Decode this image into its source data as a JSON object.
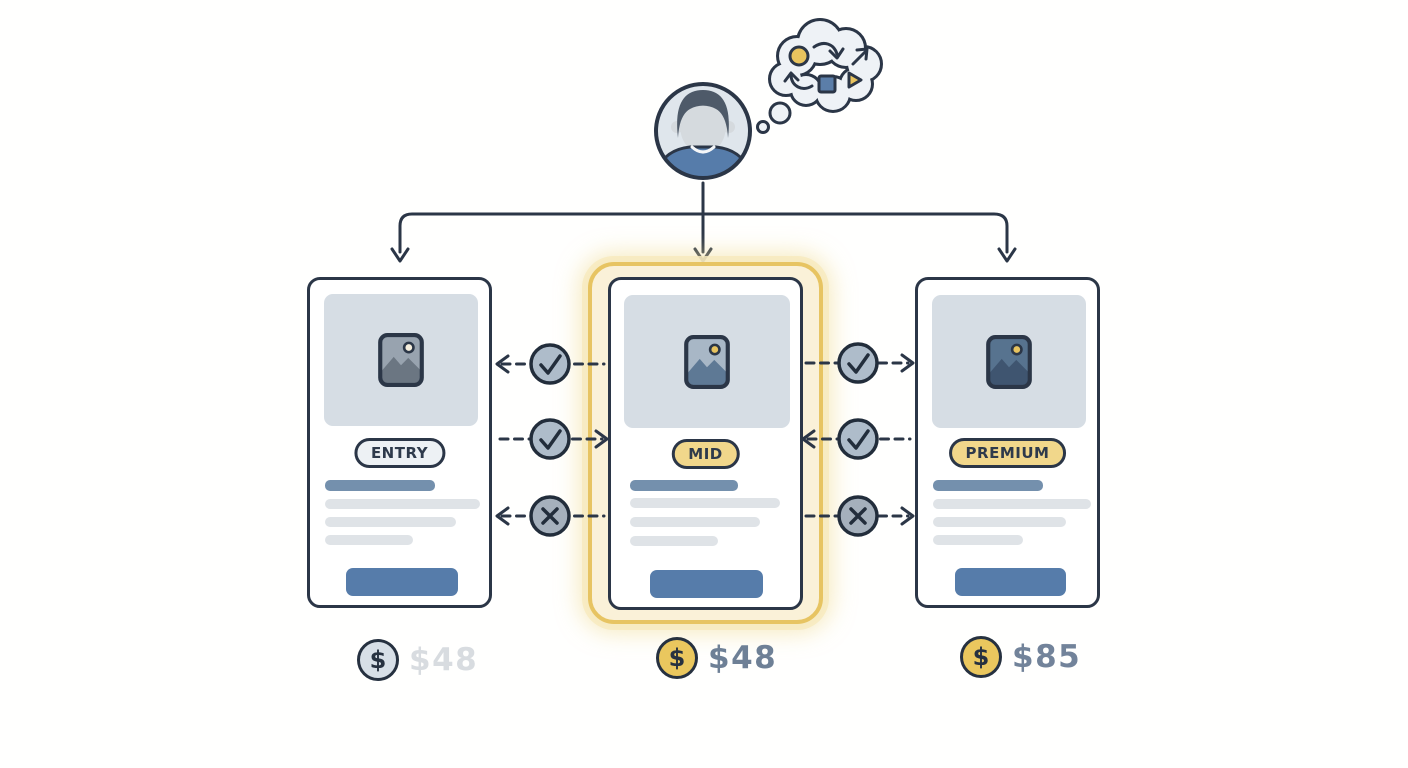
{
  "person": {
    "icon": "person-avatar"
  },
  "thought_bubble": {
    "icon": "thought-bubble",
    "contents": [
      "yellow-circle",
      "cycle-arrows",
      "arrow-up-right",
      "blue-square",
      "yellow-triangle"
    ]
  },
  "cards": [
    {
      "tier": "ENTRY",
      "highlighted": false,
      "currency_symbol": "$",
      "price": "$48",
      "coin": "silver"
    },
    {
      "tier": "MID",
      "highlighted": true,
      "currency_symbol": "$",
      "price": "$48",
      "coin": "gold"
    },
    {
      "tier": "PREMIUM",
      "highlighted": false,
      "currency_symbol": "$",
      "price": "$85",
      "coin": "gold"
    }
  ],
  "comparisons": {
    "between_entry_and_mid": [
      {
        "icon": "check",
        "arrow_direction": "left"
      },
      {
        "icon": "check",
        "arrow_direction": "right"
      },
      {
        "icon": "cross",
        "arrow_direction": "left"
      }
    ],
    "between_mid_and_premium": [
      {
        "icon": "check",
        "arrow_direction": "right"
      },
      {
        "icon": "check",
        "arrow_direction": "left"
      },
      {
        "icon": "cross",
        "arrow_direction": "right"
      }
    ]
  },
  "colors": {
    "outline": "#2b3647",
    "accent_blue": "#567caa",
    "highlight_gold": "#e7c462",
    "highlight_glow": "#f7eabe",
    "badge_gold": "#f1d78b",
    "badge_gray": "#edf1f4",
    "coin_gold": "#eac75e",
    "coin_silver": "#d7dfe7",
    "compare_circle": "#aebcca",
    "placeholder": "#d6dde4",
    "skeleton_gray": "#dfe3e7",
    "skeleton_blue": "#7490ad",
    "price_faded": "#d8dce0",
    "price_slate": "#6e8096"
  }
}
